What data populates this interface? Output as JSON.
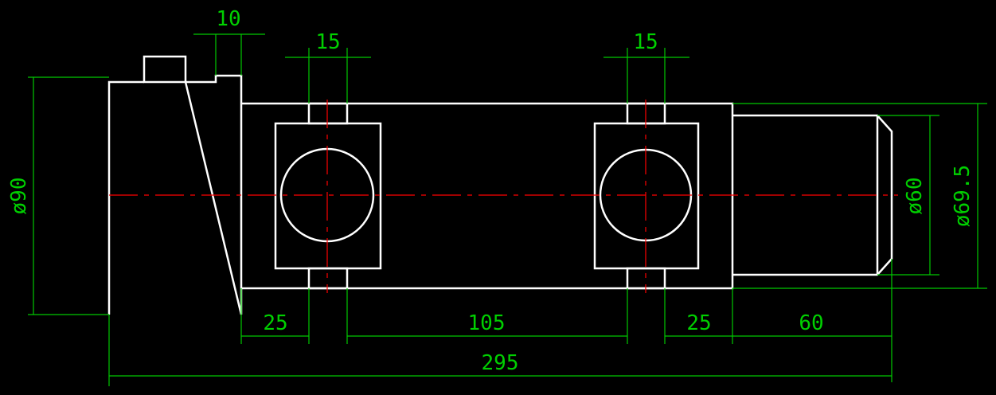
{
  "drawing": {
    "dimensions": {
      "top_tab_width": "10",
      "slot_left_width": "15",
      "slot_right_width": "15",
      "left_diameter": "ø90",
      "right_small_diameter": "ø60",
      "right_large_diameter": "ø69.5",
      "left_offset": "25",
      "center_spacing": "105",
      "right_offset": "25",
      "end_length": "60",
      "overall_length": "295"
    },
    "colors": {
      "outline": "#ffffff",
      "dimension": "#00c800",
      "centerline": "#ff0000",
      "background": "#000000"
    }
  }
}
